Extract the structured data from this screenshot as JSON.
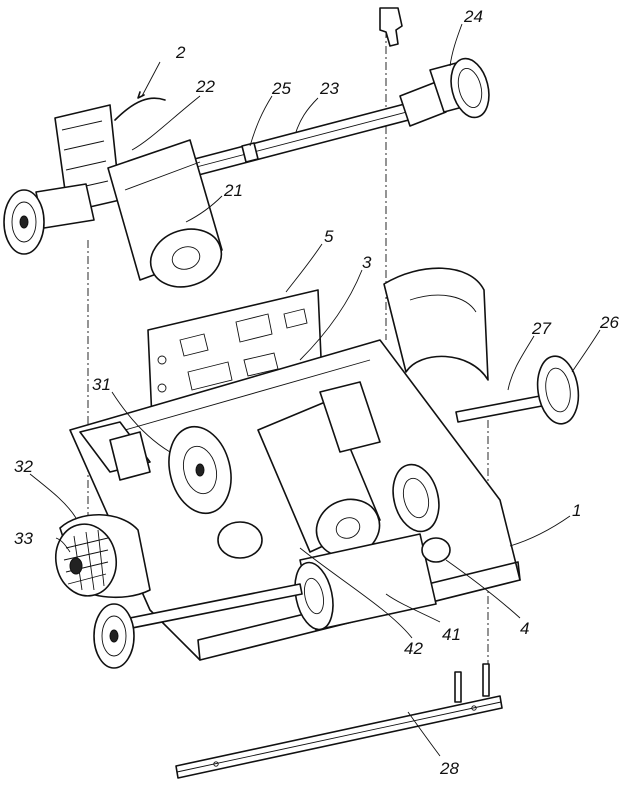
{
  "labels": {
    "l2": "2",
    "l22": "22",
    "l25": "25",
    "l23": "23",
    "l24": "24",
    "l21": "21",
    "l5": "5",
    "l3": "3",
    "l27": "27",
    "l26": "26",
    "l31": "31",
    "l32": "32",
    "l33": "33",
    "l1": "1",
    "l4": "4",
    "l41": "41",
    "l42": "42",
    "l28": "28"
  }
}
